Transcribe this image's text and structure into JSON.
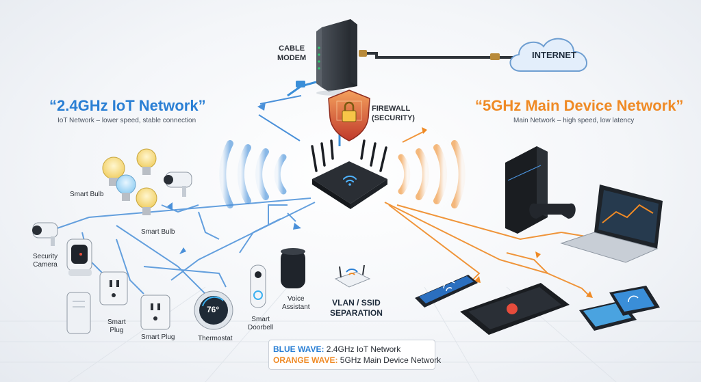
{
  "modem": {
    "label_line1": "CABLE",
    "label_line2": "MODEM"
  },
  "internet": {
    "label": "INTERNET"
  },
  "firewall": {
    "label_line1": "FIREWALL",
    "label_line2": "(SECURITY)"
  },
  "iot_network": {
    "title": "“2.4GHz IoT Network”",
    "subtitle": "IoT Network – lower speed, stable connection",
    "color": "#2a7fd4",
    "devices": {
      "smart_bulb_1": "Smart Bulb",
      "smart_bulb_2": "Smart Bulb",
      "security_camera_line1": "Security",
      "security_camera_line2": "Camera",
      "smart_plug_1_line1": "Smart",
      "smart_plug_1_line2": "Plug",
      "smart_plug_2": "Smart Plug",
      "thermostat": "Thermostat",
      "thermostat_reading": "76°",
      "doorbell_line1": "Smart",
      "doorbell_line2": "Doorbell",
      "voice_assistant_line1": "Voice",
      "voice_assistant_line2": "Assistant"
    }
  },
  "main_network": {
    "title": "“5GHz Main Device Network”",
    "subtitle": "Main Network – high speed, low latency",
    "color": "#ef8a25"
  },
  "separation": {
    "label_line1": "VLAN / SSID",
    "label_line2": "SEPARATION"
  },
  "legend": {
    "blue_key": "BLUE WAVE:",
    "blue_text": "2.4GHz IoT Network",
    "orange_key": "ORANGE WAVE:",
    "orange_text": "5GHz Main Device Network"
  },
  "icons": [
    "cable-modem-icon",
    "cloud-icon",
    "firewall-shield-icon",
    "router-icon",
    "bulb-icon",
    "camera-icon",
    "plug-icon",
    "thermostat-icon",
    "doorbell-icon",
    "speaker-icon",
    "game-console-icon",
    "gamepad-icon",
    "laptop-icon",
    "smartphone-icon",
    "tablet-icon",
    "access-point-icon"
  ]
}
